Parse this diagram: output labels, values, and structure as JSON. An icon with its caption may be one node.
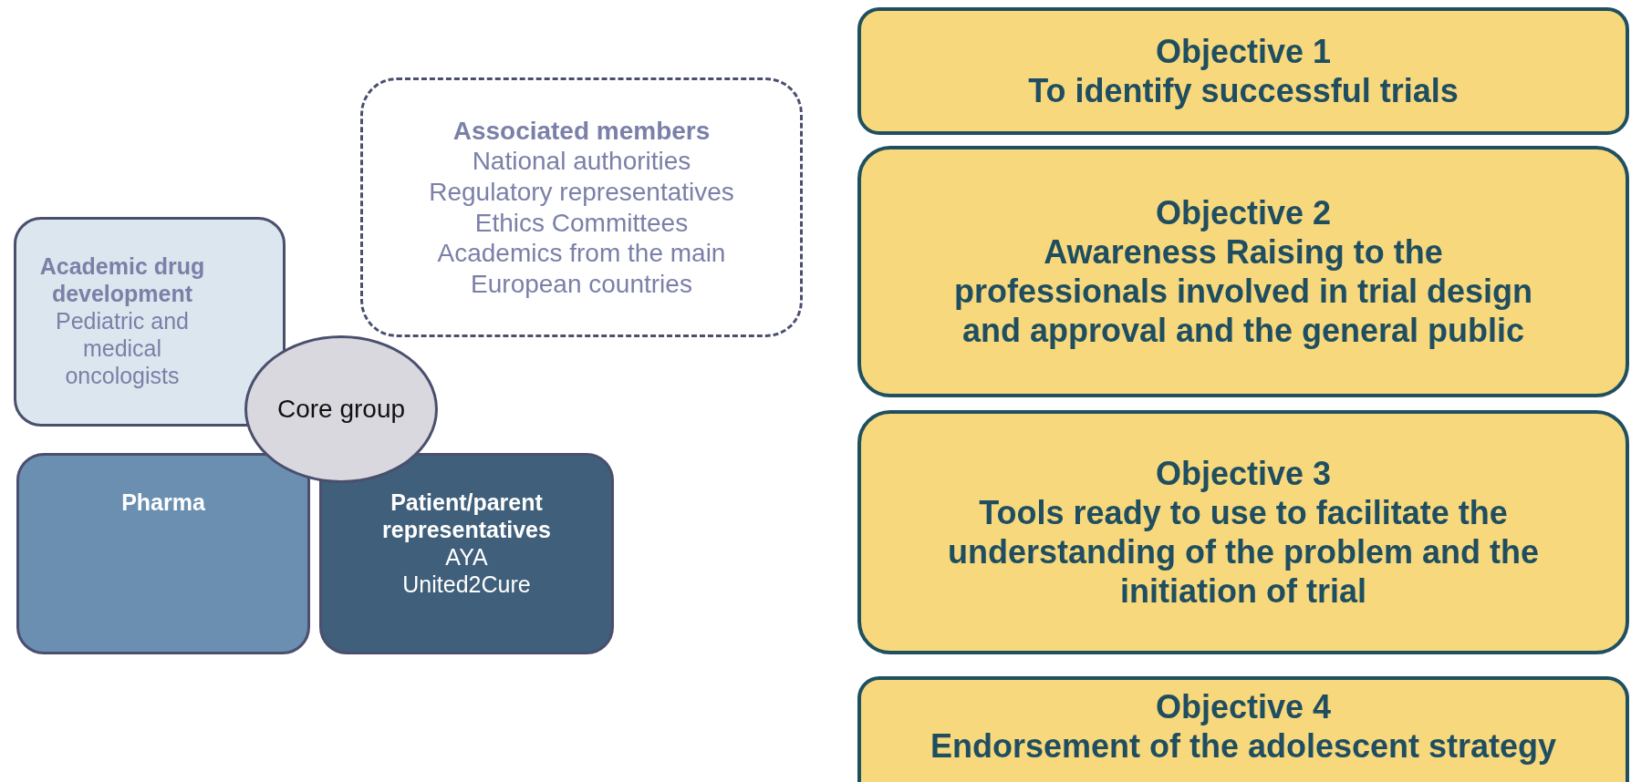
{
  "diagram": {
    "nodes": [
      {
        "text": [
          "Associated members",
          "National authorities",
          "Regulatory representatives",
          "Ethics Committees",
          "Academics from the main European countries"
        ]
      },
      {
        "text": [
          "Academic drug development",
          "Pediatric and medical oncologists"
        ]
      },
      {
        "text": [
          "Core group"
        ]
      },
      {
        "text": [
          "Pharma"
        ]
      },
      {
        "text": [
          "Patient/parent representatives",
          "AYA",
          "United2Cure"
        ]
      },
      {
        "text": [
          "Objective 1",
          "To identify successful trials"
        ]
      },
      {
        "text": [
          "Objective 2",
          "Awareness Raising to the professionals involved in trial design and approval and the general public"
        ]
      },
      {
        "text": [
          "Objective 3",
          "Tools ready to use to facilitate the understanding of the problem and the initiation of trial"
        ]
      },
      {
        "text": [
          "Objective 4",
          "Endorsement of the adolescent strategy"
        ]
      }
    ],
    "edges": []
  }
}
